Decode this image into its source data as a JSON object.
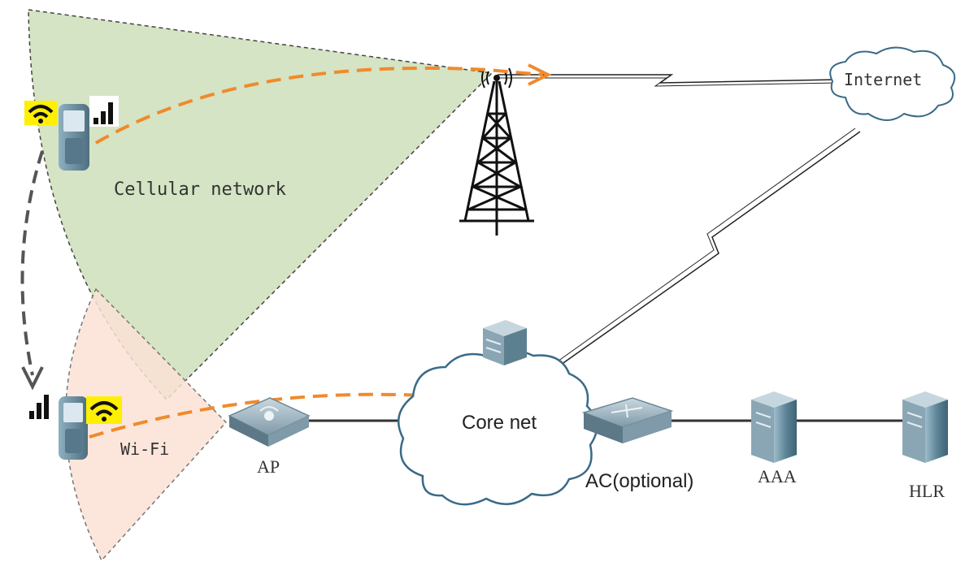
{
  "labels": {
    "cellular": "Cellular network",
    "internet": "Internet",
    "wifi": "Wi-Fi",
    "ap": "AP",
    "core": "Core net",
    "ac": "AC(optional)",
    "aaa": "AAA",
    "hlr": "HLR"
  },
  "colors": {
    "cellular_zone": "#d4e4c4",
    "wifi_zone": "#fbe2d5",
    "roaming_path": "#f08a2c",
    "handover_arrow": "#555555",
    "device_body": "#6a8a9a",
    "wifi_badge": "#ffef00"
  },
  "icons": [
    "phone-icon",
    "wifi-icon",
    "signal-bars-icon",
    "cell-tower-icon",
    "cloud-icon",
    "server-icon",
    "access-point-icon",
    "switch-icon"
  ]
}
